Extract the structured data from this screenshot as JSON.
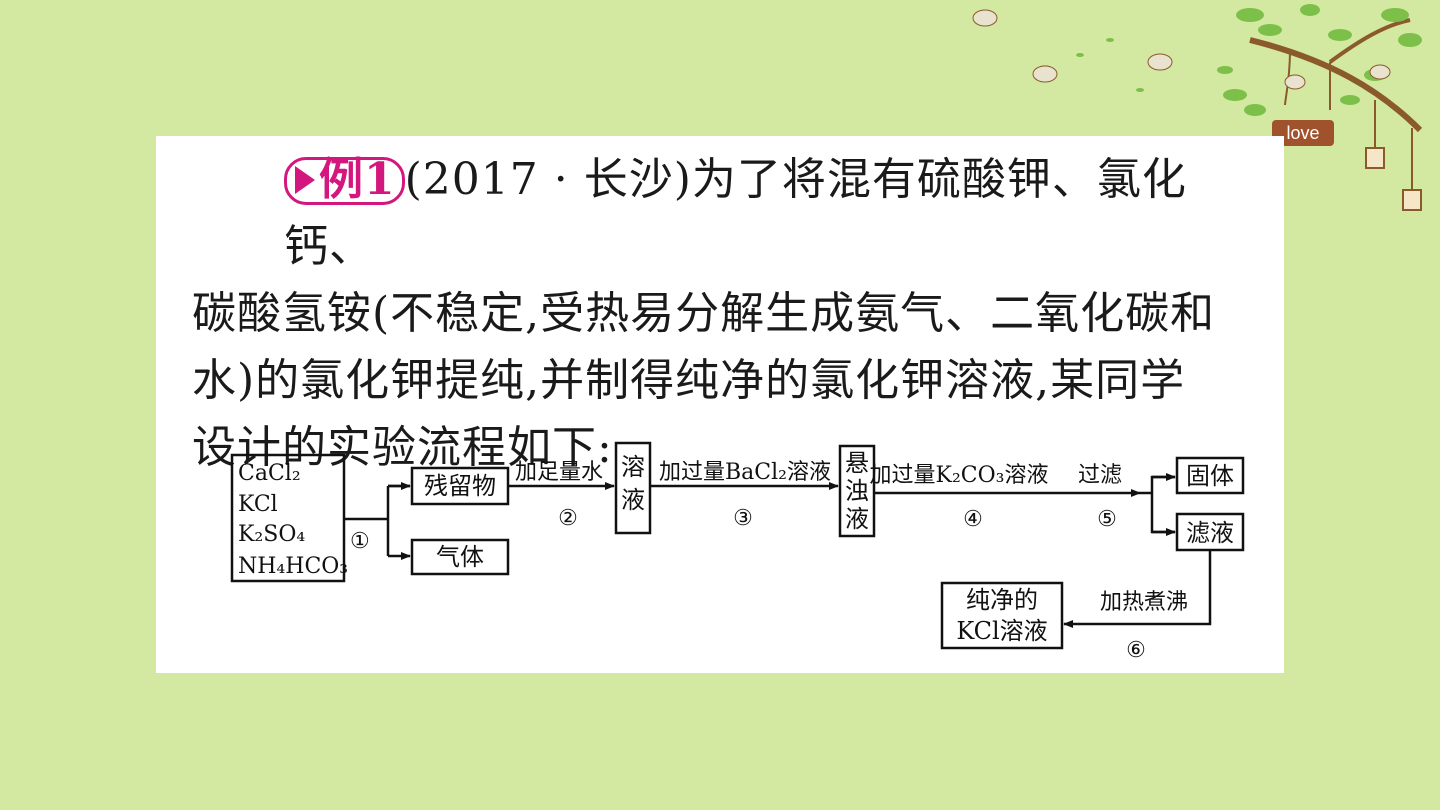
{
  "slide": {
    "background": "#d3e8a0",
    "decoration": {
      "sign_text": "love"
    }
  },
  "question": {
    "badge_label": "例1",
    "source": "(2017 · 长沙)",
    "line1_rest": "为了将混有硫酸钾、氯化钙、",
    "line2": "碳酸氢铵(不稳定,受热易分解生成氨气、二氧化碳和",
    "line3": "水)的氯化钾提纯,并制得纯净的氯化钾溶液,某同学",
    "line4": "设计的实验流程如下:"
  },
  "flowchart": {
    "start_box": {
      "line1": "CaCl₂",
      "line2": "KCl",
      "line3": "K₂SO₄",
      "line4": "NH₄HCO₃"
    },
    "step1_num": "①",
    "residue": "残留物",
    "gas": "气体",
    "step2_label": "加足量水",
    "step2_num": "②",
    "solution_1": "溶",
    "solution_2": "液",
    "step3_label": "加过量BaCl₂溶液",
    "step3_num": "③",
    "suspension_1": "悬",
    "suspension_2": "浊",
    "suspension_3": "液",
    "step4_label": "加过量K₂CO₃溶液",
    "step4_num": "④",
    "filter_label": "过滤",
    "step5_num": "⑤",
    "solid": "固体",
    "filtrate": "滤液",
    "step6_label": "加热煮沸",
    "step6_num": "⑥",
    "final_line1": "纯净的",
    "final_line2": "KCl溶液"
  },
  "colors": {
    "badge": "#d4177e",
    "branch": "#8a5a2b",
    "leaf": "#7cc04a"
  }
}
